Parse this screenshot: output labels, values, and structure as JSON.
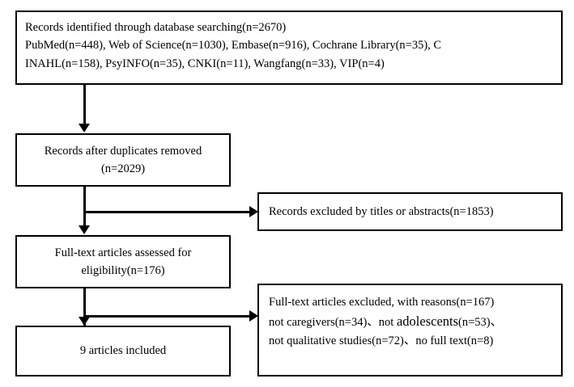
{
  "diagram": {
    "type": "prisma-flow-diagram",
    "boxes": {
      "identified": "Records identified through database searching(n=2670)\nPubMed(n=448), Web of Science(n=1030), Embase(n=916), Cochrane Library(n=35), C\nINAHL(n=158), PsyINFO(n=35), CNKI(n=11), Wangfang(n=33), VIP(n=4)",
      "duplicates_removed": "Records after duplicates removed\n(n=2029)",
      "excluded_titles": "Records excluded by titles or abstracts(n=1853)",
      "assessed": "Full-text articles assessed for\neligibility(n=176)",
      "excluded_reasons_line1": "Full-text articles excluded, with reasons(n=167)",
      "excluded_reasons_line2_a": "not caregivers(n=34)、not ",
      "excluded_reasons_line2_b": "adolescents",
      "excluded_reasons_line2_c": "(n=53)、",
      "excluded_reasons_line3": "not qualitative studies(n=72)、no full text(n=8)",
      "included": "9 articles included"
    },
    "connectors": [
      {
        "name": "identified-to-duplicates",
        "kind": "arrow-down"
      },
      {
        "name": "duplicates-to-excluded-titles",
        "kind": "elbow-right"
      },
      {
        "name": "duplicates-to-assessed",
        "kind": "arrow-down"
      },
      {
        "name": "assessed-to-excluded-reasons",
        "kind": "elbow-right"
      },
      {
        "name": "assessed-to-included",
        "kind": "arrow-down"
      }
    ],
    "colors": {
      "stroke": "#000000",
      "background": "#ffffff"
    }
  }
}
